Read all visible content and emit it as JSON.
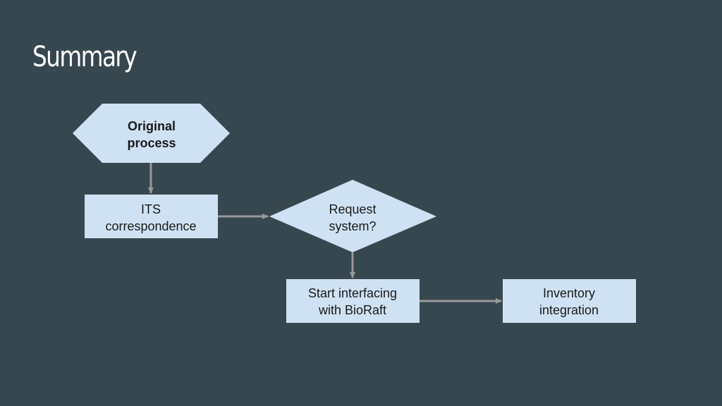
{
  "slide": {
    "title": "Summary"
  },
  "colors": {
    "background": "#37474f",
    "node_fill": "#cfe2f3",
    "arrow": "#999999",
    "text": "#1a1a1a"
  },
  "diagram": {
    "nodes": {
      "original_process": {
        "shape": "hexagon",
        "line1": "Original",
        "line2": "process"
      },
      "its_correspondence": {
        "shape": "rectangle",
        "line1": "ITS",
        "line2": "correspondence"
      },
      "request_system": {
        "shape": "diamond",
        "line1": "Request",
        "line2": "system?"
      },
      "start_interfacing": {
        "shape": "rectangle",
        "line1": "Start interfacing",
        "line2": "with BioRaft"
      },
      "inventory_integration": {
        "shape": "rectangle",
        "line1": "Inventory",
        "line2": "integration"
      }
    },
    "edges": [
      {
        "from": "original_process",
        "to": "its_correspondence"
      },
      {
        "from": "its_correspondence",
        "to": "request_system"
      },
      {
        "from": "request_system",
        "to": "start_interfacing"
      },
      {
        "from": "start_interfacing",
        "to": "inventory_integration"
      }
    ]
  }
}
